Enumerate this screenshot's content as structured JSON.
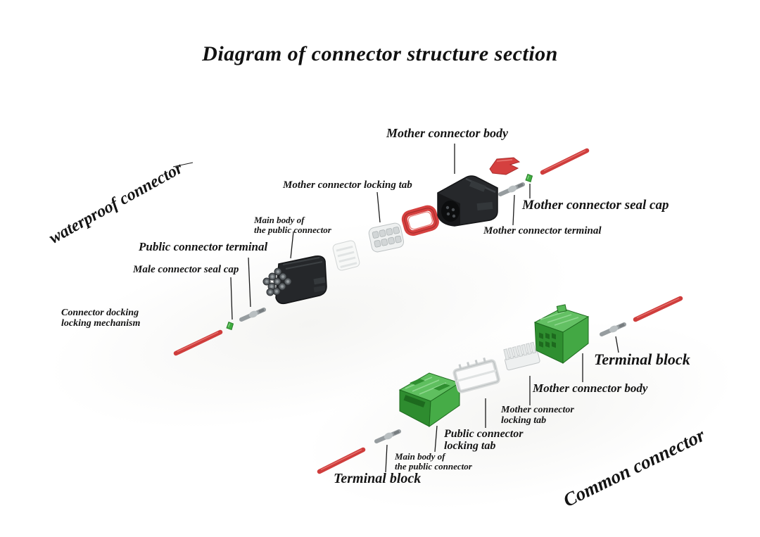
{
  "title": "Diagram of connector structure section",
  "group_labels": {
    "waterproof": "waterproof connector",
    "common": "Common connector"
  },
  "part_labels": {
    "mother_connector_body_top": "Mother connector body",
    "mother_connector_locking_tab_top": "Mother connector locking tab",
    "main_body_public_top": "Main body of\nthe public connector",
    "public_connector_terminal": "Public connector terminal",
    "male_connector_seal_cap": "Male connector seal cap",
    "connector_docking_locking_mechanism": "Connector docking\nlocking mechanism",
    "mother_connector_seal_cap": "Mother connector seal cap",
    "mother_connector_terminal": "Mother connector terminal",
    "terminal_block_right": "Terminal block",
    "mother_connector_body_bottom": "Mother connector body",
    "mother_connector_locking_tab_bottom": "Mother connector\nlocking tab",
    "public_connector_locking_tab": "Public connector\nlocking tab",
    "main_body_public_bottom": "Main body of\nthe public connector",
    "terminal_block_bottom": "Terminal block"
  },
  "colors": {
    "wire_red": "#d5403f",
    "seal_red": "#d5403f",
    "connector_green": "#46ab47",
    "connector_black": "#26282b",
    "metal_gray": "#979da0",
    "seal_cap_green": "#3fae3f",
    "white_part": "#eef0f0",
    "text": "#141414"
  }
}
